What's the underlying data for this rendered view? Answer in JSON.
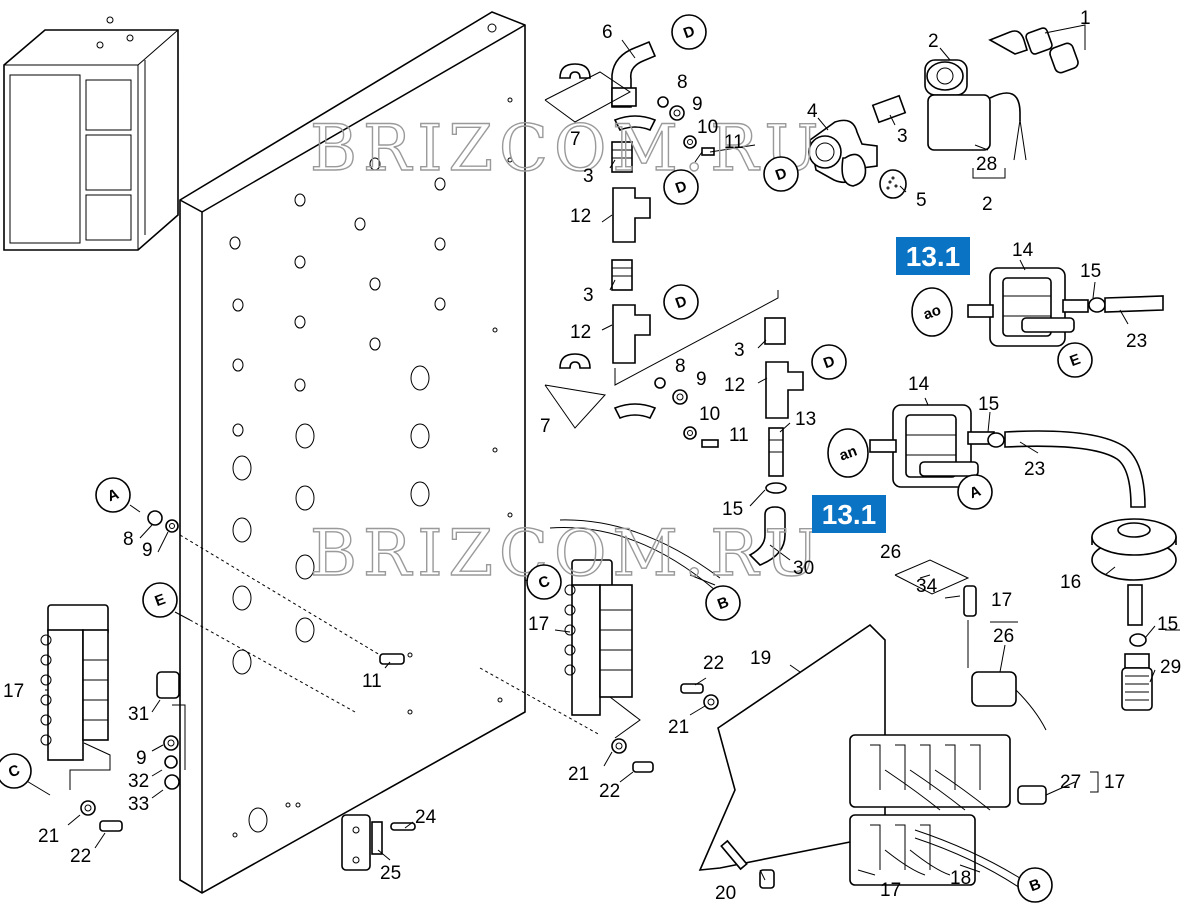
{
  "watermark": "BRIZCOM.RU",
  "reference_badges": [
    {
      "text": "13.1"
    },
    {
      "text": "13.1"
    }
  ],
  "circle_labels": {
    "D": "D",
    "A": "A",
    "E": "E",
    "C": "C",
    "B": "B",
    "ao": "ao",
    "an": "an"
  },
  "part_numbers": {
    "n1": "1",
    "n2": "2",
    "n3": "3",
    "n4": "4",
    "n5": "5",
    "n6": "6",
    "n7": "7",
    "n8": "8",
    "n9": "9",
    "n10": "10",
    "n11": "11",
    "n12": "12",
    "n13": "13",
    "n14": "14",
    "n15": "15",
    "n16": "16",
    "n17": "17",
    "n18": "18",
    "n19": "19",
    "n20": "20",
    "n21": "21",
    "n22": "22",
    "n23": "23",
    "n24": "24",
    "n25": "25",
    "n26": "26",
    "n27": "27",
    "n28": "28",
    "n29": "29",
    "n30": "30",
    "n31": "31",
    "n32": "32",
    "n33": "33",
    "n34": "34"
  }
}
